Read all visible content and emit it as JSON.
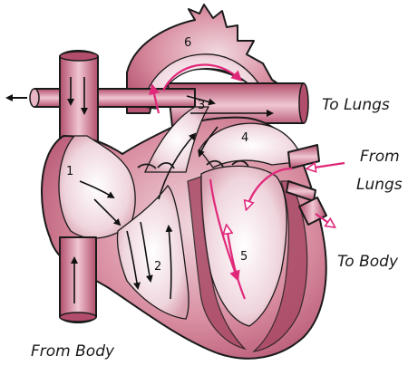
{
  "diagram": {
    "numbers": [
      "1",
      "2",
      "3",
      "4",
      "5",
      "6"
    ],
    "labels": {
      "to_lungs": "To Lungs",
      "from_lungs_line1": "From",
      "from_lungs_line2": "Lungs",
      "to_body": "To Body",
      "from_body": "From Body"
    }
  },
  "colors": {
    "outer_wall": "#cc6f86",
    "inner_chamber": "#eed3dc",
    "dark_chamber": "#a94a66",
    "pink_arrow": "#e0287a",
    "flow_arrow": "#111111"
  }
}
